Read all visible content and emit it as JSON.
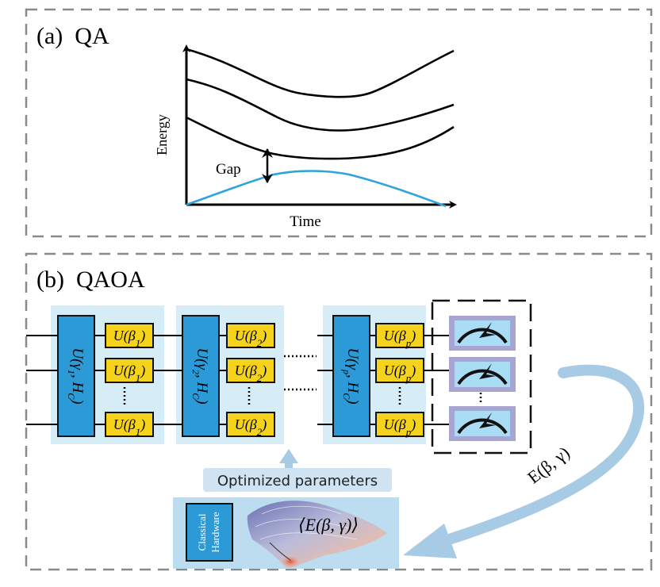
{
  "panel_a": {
    "label": "(a)  QA",
    "y_axis": "Energy",
    "x_axis": "Time",
    "gap_label": "Gap"
  },
  "panel_b": {
    "label": "(b)  QAOA",
    "problem_gates": [
      {
        "text": "U(γ",
        "sub": "1",
        "tail": ", H",
        "tail_sub": "C",
        "end": ")"
      },
      {
        "text": "U(γ",
        "sub": "2",
        "tail": ", H",
        "tail_sub": "C",
        "end": ")"
      },
      {
        "text": "U(γ",
        "sub": "p",
        "tail": ", H",
        "tail_sub": "C",
        "end": ")"
      }
    ],
    "mixer_gates": [
      {
        "text": "U(β",
        "sub": "1",
        "end": ")"
      },
      {
        "text": "U(β",
        "sub": "2",
        "end": ")"
      },
      {
        "text": "U(β",
        "sub": "p",
        "end": ")"
      }
    ],
    "optimized_parameters": "Optimized parameters",
    "classical_hardware_line1": "Classical",
    "classical_hardware_line2": "Hardware",
    "expectation_label": "⟨E(β, γ)⟩",
    "feedback_label": "E(β, γ)",
    "colors": {
      "gate_blue": "#2b9ad6",
      "gate_yellow": "#f5d31a",
      "stage_bg": "#d6edf8",
      "meas_frame": "#a7a6d2",
      "meas_inner": "#a9dcf5",
      "arrow_light": "#a8cbe5",
      "curve_blue": "#2ea3dc"
    }
  }
}
